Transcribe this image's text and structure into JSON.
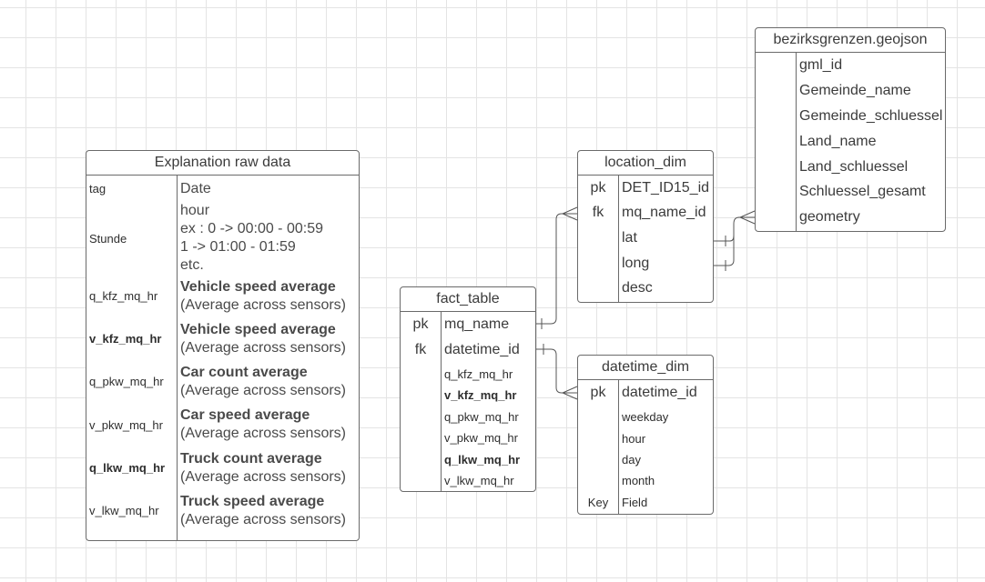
{
  "explanation": {
    "title": "Explanation raw data",
    "rows": [
      {
        "key": "tag",
        "key_bold": false,
        "lines": [
          "Date"
        ],
        "title_bold": false
      },
      {
        "key": "Stunde",
        "key_bold": false,
        "lines": [
          "hour",
          "ex : 0 -> 00:00 - 00:59",
          "1 -> 01:00 - 01:59",
          "etc."
        ],
        "title_bold": false
      },
      {
        "key": "q_kfz_mq_hr",
        "key_bold": false,
        "lines": [
          "Vehicle speed average",
          "(Average across sensors)"
        ],
        "title_bold": true
      },
      {
        "key": "v_kfz_mq_hr",
        "key_bold": true,
        "lines": [
          "Vehicle speed average",
          "(Average across sensors)"
        ],
        "title_bold": true
      },
      {
        "key": "q_pkw_mq_hr",
        "key_bold": false,
        "lines": [
          "Car count average",
          "(Average across sensors)"
        ],
        "title_bold": true
      },
      {
        "key": "v_pkw_mq_hr",
        "key_bold": false,
        "lines": [
          "Car speed average",
          "(Average across sensors)"
        ],
        "title_bold": true
      },
      {
        "key": "q_lkw_mq_hr",
        "key_bold": true,
        "lines": [
          "Truck count average",
          "(Average across sensors)"
        ],
        "title_bold": true
      },
      {
        "key": "v_lkw_mq_hr",
        "key_bold": false,
        "lines": [
          "Truck speed average",
          "(Average across sensors)"
        ],
        "title_bold": true
      }
    ]
  },
  "fact_table": {
    "title": "fact_table",
    "rows": [
      {
        "key": "pk",
        "field": "mq_name",
        "style": "large"
      },
      {
        "key": "fk",
        "field": "datetime_id",
        "style": "large"
      },
      {
        "key": "",
        "field": "q_kfz_mq_hr",
        "style": "small"
      },
      {
        "key": "",
        "field": "v_kfz_mq_hr",
        "style": "small-bold"
      },
      {
        "key": "",
        "field": "q_pkw_mq_hr",
        "style": "small"
      },
      {
        "key": "",
        "field": "v_pkw_mq_hr",
        "style": "small"
      },
      {
        "key": "",
        "field": "q_lkw_mq_hr",
        "style": "small-bold"
      },
      {
        "key": "",
        "field": "v_lkw_mq_hr",
        "style": "small"
      }
    ]
  },
  "location_dim": {
    "title": "location_dim",
    "rows": [
      {
        "key": "pk",
        "field": "DET_ID15_id"
      },
      {
        "key": "fk",
        "field": "mq_name_id"
      },
      {
        "key": "",
        "field": "lat"
      },
      {
        "key": "",
        "field": "long"
      },
      {
        "key": "",
        "field": "desc"
      }
    ]
  },
  "datetime_dim": {
    "title": "datetime_dim",
    "rows": [
      {
        "key": "pk",
        "field": "datetime_id",
        "style": "large"
      },
      {
        "key": "",
        "field": "weekday",
        "style": "small"
      },
      {
        "key": "",
        "field": "hour",
        "style": "small"
      },
      {
        "key": "",
        "field": "day",
        "style": "small"
      },
      {
        "key": "",
        "field": "month",
        "style": "small"
      },
      {
        "key": "Key",
        "field": "Field",
        "style": "small"
      }
    ]
  },
  "bezirksgrenzen": {
    "title": "bezirksgrenzen.geojson",
    "rows": [
      {
        "key": "",
        "field": "gml_id"
      },
      {
        "key": "",
        "field": "Gemeinde_name"
      },
      {
        "key": "",
        "field": "Gemeinde_schluessel"
      },
      {
        "key": "",
        "field": "Land_name"
      },
      {
        "key": "",
        "field": "Land_schluessel"
      },
      {
        "key": "",
        "field": "Schluessel_gesamt"
      },
      {
        "key": "",
        "field": "geometry"
      }
    ]
  }
}
